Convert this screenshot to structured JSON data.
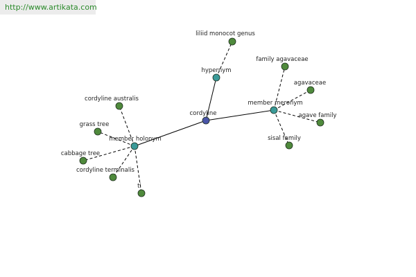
{
  "header": {
    "url": "http://www.artikata.com"
  },
  "colors": {
    "root": "#4a55a8",
    "relation": "#3a9a98",
    "leaf": "#4f8a3c"
  },
  "graph": {
    "root": {
      "label": "cordyline"
    },
    "relations": [
      {
        "id": "hypernym",
        "label": "hypernym",
        "children": [
          "liliid monocot genus"
        ]
      },
      {
        "id": "member-meronym",
        "label": "member meronym",
        "children": [
          "family agavaceae",
          "agavaceae",
          "agave family",
          "sisal family"
        ]
      },
      {
        "id": "member-holonym",
        "label": "member holonym",
        "children": [
          "cordyline australis",
          "grass tree",
          "cabbage tree",
          "cordyline terminalis",
          "ti"
        ]
      }
    ]
  }
}
